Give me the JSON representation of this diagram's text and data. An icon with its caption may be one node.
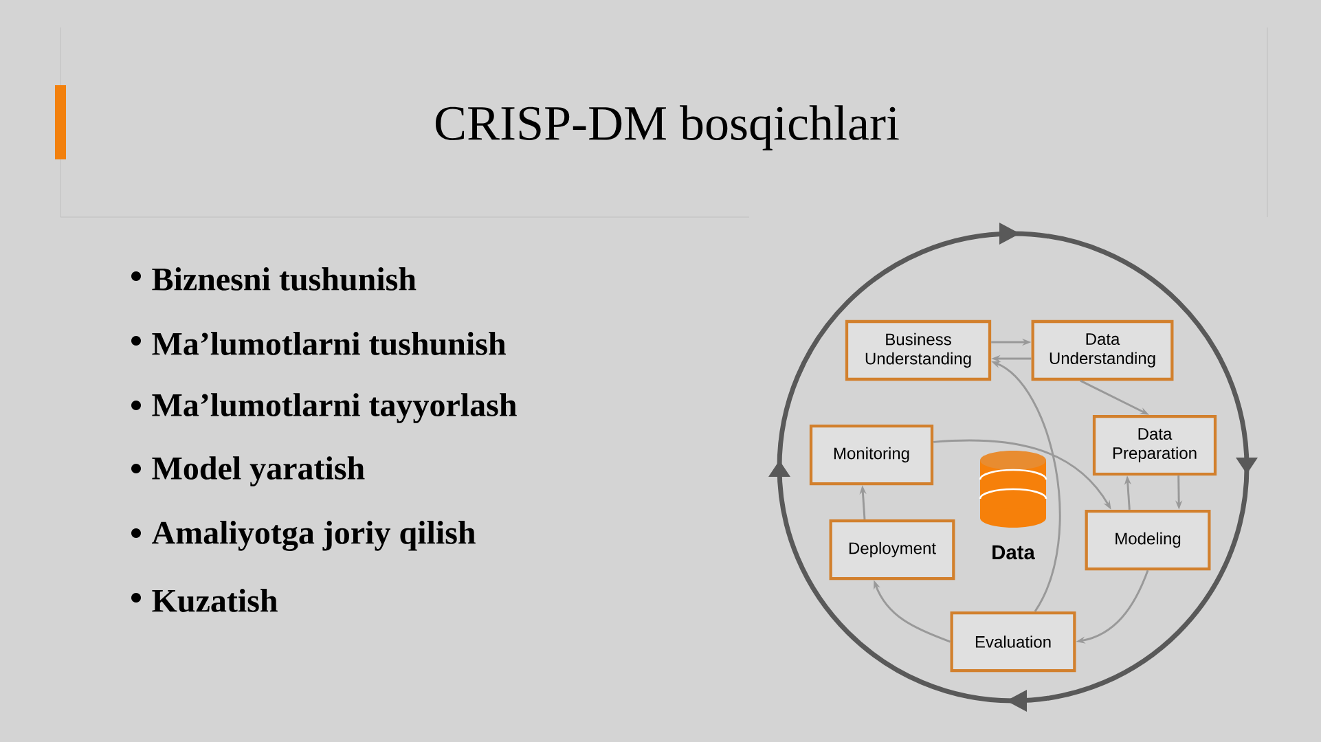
{
  "diagram": {
    "title": "CRISP-DM bosqichlari",
    "nodes": [
      {
        "text": [
          "Business Understanding"
        ]
      },
      {
        "text": [
          "Data Understanding"
        ]
      },
      {
        "text": [
          "Data Preparation"
        ]
      },
      {
        "text": [
          "Monitoring"
        ]
      },
      {
        "text": [
          "Data"
        ]
      },
      {
        "text": [
          "Modeling"
        ]
      },
      {
        "text": [
          "Deployment"
        ]
      },
      {
        "text": [
          "Evaluation"
        ]
      }
    ],
    "edges": [
      {
        "from": 0,
        "to": 1,
        "arrow": "to"
      },
      {
        "from": 1,
        "to": 0,
        "arrow": "to"
      },
      {
        "from": 1,
        "to": 2,
        "arrow": "to"
      },
      {
        "from": 5,
        "to": 2,
        "arrow": "to"
      },
      {
        "from": 2,
        "to": 5,
        "arrow": "to"
      },
      {
        "from": 7,
        "to": 0,
        "arrow": "to"
      },
      {
        "from": 3,
        "to": 5,
        "arrow": "to"
      },
      {
        "from": 5,
        "to": 7,
        "arrow": "to"
      },
      {
        "from": 7,
        "to": 6,
        "arrow": "to"
      },
      {
        "from": 6,
        "to": 3,
        "arrow": "to"
      }
    ],
    "labels": [
      "Biznesni tushunish",
      "Ma’lumotlarni tushunish",
      "Ma’lumotlarni tayyorlash",
      "Model yaratish",
      "Amaliyotga joriy qilish",
      "Kuzatish"
    ]
  }
}
